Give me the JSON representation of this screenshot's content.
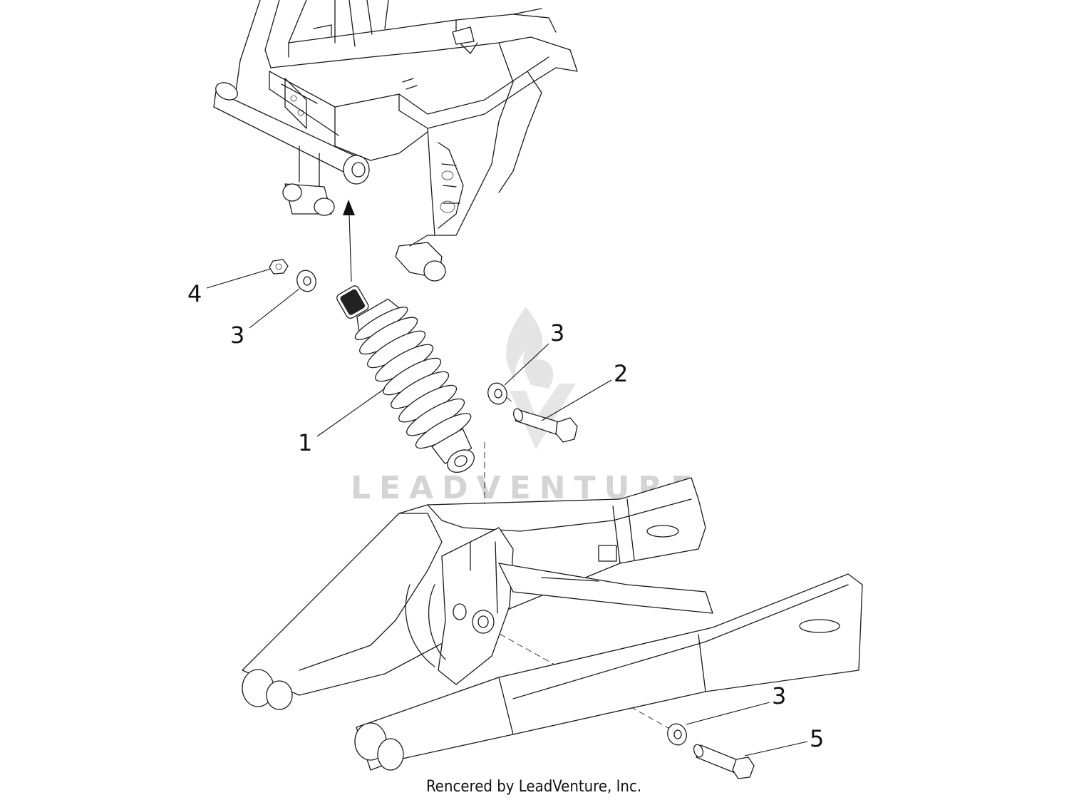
{
  "watermark": {
    "text": "LEADVENTURE",
    "color": "#d4d4d4"
  },
  "footer": {
    "text": "Rencered by LeadVenture, Inc."
  },
  "callouts": [
    {
      "id": "c1",
      "label": "1"
    },
    {
      "id": "c2",
      "label": "2"
    },
    {
      "id": "c3a",
      "label": "3"
    },
    {
      "id": "c3b",
      "label": "3"
    },
    {
      "id": "c3c",
      "label": "3"
    },
    {
      "id": "c4",
      "label": "4"
    },
    {
      "id": "c5",
      "label": "5"
    }
  ],
  "colors": {
    "line": "#1a1a1a",
    "background": "#ffffff"
  }
}
